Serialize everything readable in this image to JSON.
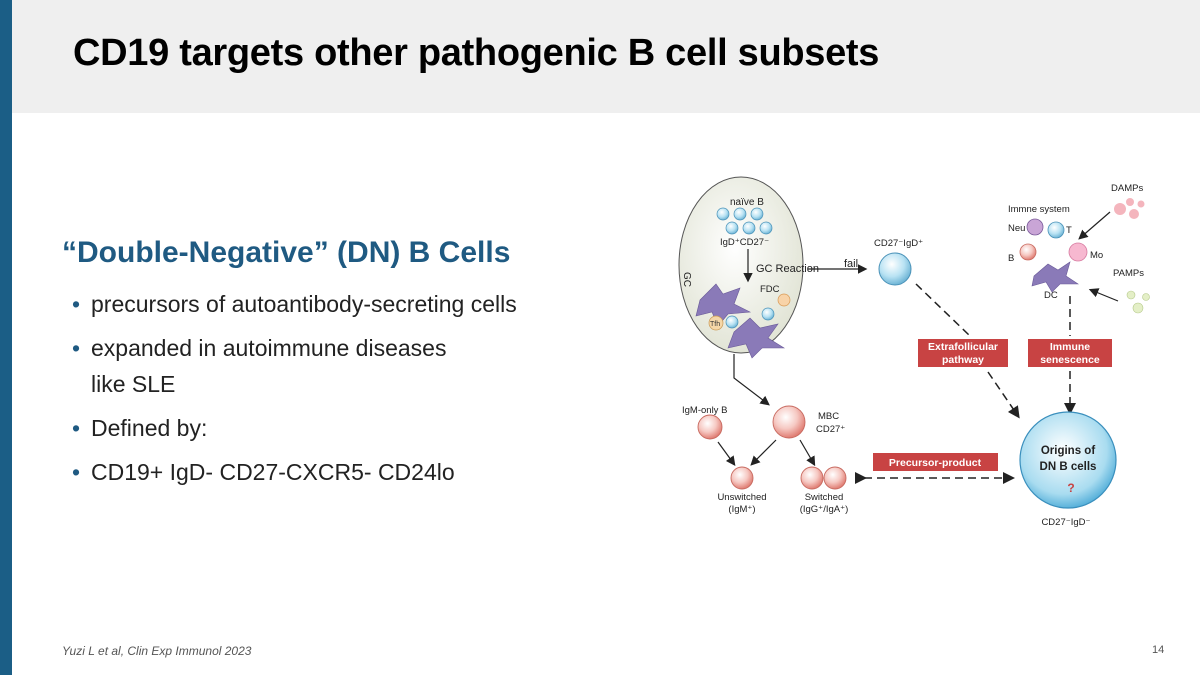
{
  "slide": {
    "title": "CD19 targets other pathogenic B cell subsets",
    "subheading": "“Double-Negative” (DN) B Cells",
    "bullets": [
      "precursors of autoantibody-secreting cells",
      "expanded in autoimmune diseases like SLE",
      "Defined by:",
      "CD19+ IgD- CD27-CXCR5- CD24lo"
    ],
    "bullet_line2": "like SLE",
    "bullet_line1": "expanded in autoimmune diseases",
    "citation": "Yuzi L et al, Clin Exp Immunol 2023",
    "page_number": "14"
  },
  "figure": {
    "gc_label": "GC",
    "naive_b": "naïve B",
    "naive_phenotype": "IgD⁺CD27⁻",
    "gc_reaction": "GC Reaction",
    "fdc": "FDC",
    "tfh": "Tfh",
    "fail": "fail",
    "cd27_igd_pos": "CD27⁻IgD⁺",
    "immune_system": "Immne system",
    "neu": "Neu",
    "t_cell": "T",
    "b_cell": "B",
    "mo": "Mo",
    "dc": "DC",
    "damps": "DAMPs",
    "pamps": "PAMPs",
    "extrafollicular": [
      "Extrafollicular",
      "pathway"
    ],
    "immune_senescence": [
      "Immune",
      "senescence"
    ],
    "igm_only_b": "IgM-only B",
    "mbc": [
      "MBC",
      "CD27⁺"
    ],
    "unswitched": [
      "Unswitched",
      "(IgM⁺)"
    ],
    "switched": [
      "Switched",
      "(IgG⁺/IgA⁺)"
    ],
    "precursor_product": "Precursor-product",
    "origins": [
      "Origins of",
      "DN B cells"
    ],
    "question": "?",
    "dn_phenotype": "CD27⁻IgD⁻",
    "colors": {
      "red_box": "#c84343",
      "cell_blue": "#a9d9ee",
      "cell_pink": "#f3b8b2",
      "fdc_purple": "#8a7ab8"
    }
  }
}
